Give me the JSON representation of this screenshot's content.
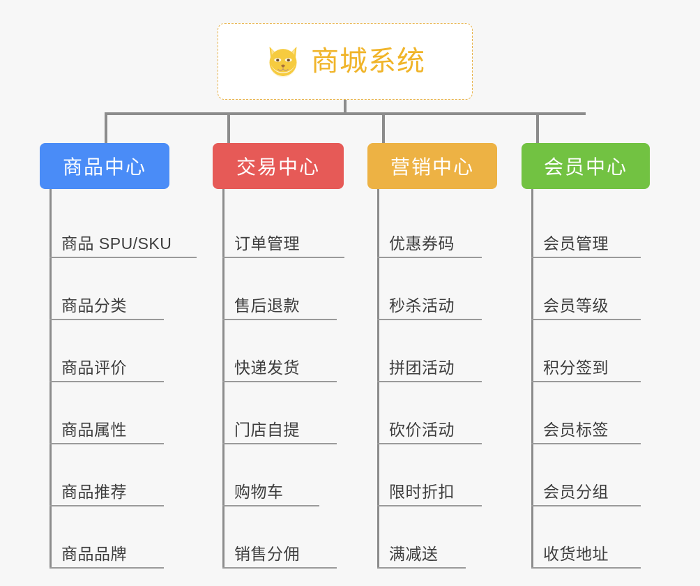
{
  "root": {
    "title": "商城系统",
    "icon": "shiba-dog-face-icon",
    "title_color": "#f0b429",
    "border_color": "#e8b34a",
    "background": "#ffffff"
  },
  "canvas": {
    "background": "#f7f7f7",
    "connector_color": "#8c8c8c",
    "leaf_rule_color": "#9a9a9a",
    "leaf_text_color": "#3d3d3d"
  },
  "columns": [
    {
      "label": "商品中心",
      "color": "#4a8cf7",
      "leaves": [
        "商品 SPU/SKU",
        "商品分类",
        "商品评价",
        "商品属性",
        "商品推荐",
        "商品品牌"
      ]
    },
    {
      "label": "交易中心",
      "color": "#e65a57",
      "leaves": [
        "订单管理",
        "售后退款",
        "快递发货",
        "门店自提",
        "购物车",
        "销售分佣"
      ]
    },
    {
      "label": "营销中心",
      "color": "#edb244",
      "leaves": [
        "优惠券码",
        "秒杀活动",
        "拼团活动",
        "砍价活动",
        "限时折扣",
        "满减送"
      ]
    },
    {
      "label": "会员中心",
      "color": "#72c242",
      "leaves": [
        "会员管理",
        "会员等级",
        "积分签到",
        "会员标签",
        "会员分组",
        "收货地址"
      ]
    }
  ]
}
